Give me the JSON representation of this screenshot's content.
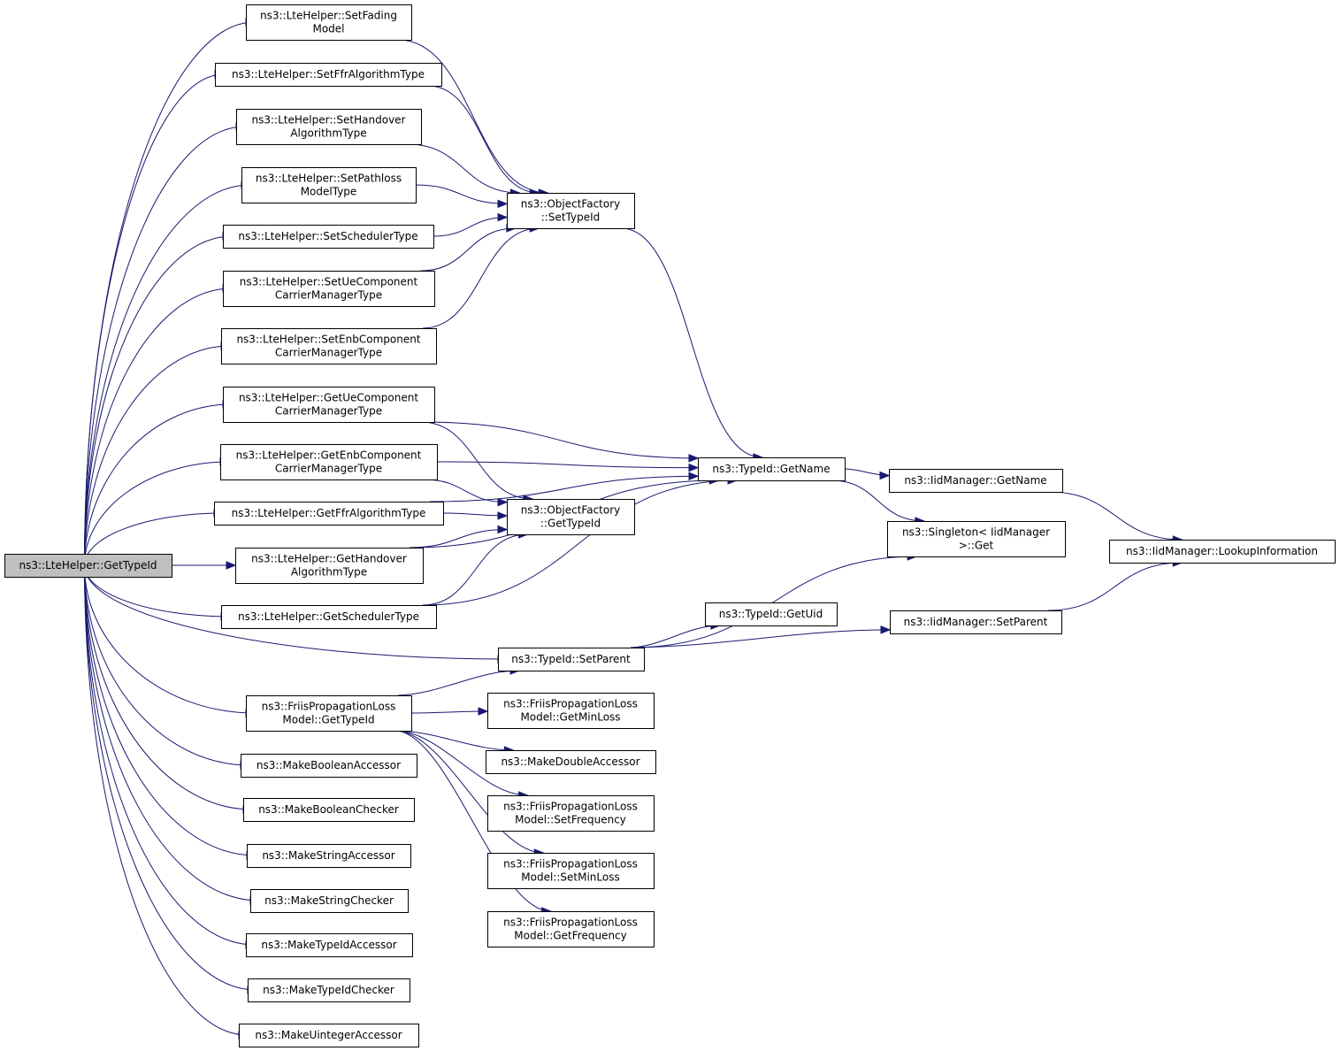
{
  "graph": {
    "root": "n0",
    "nodes": [
      {
        "id": "n0",
        "lines": [
          "ns3::LteHelper::GetTypeId"
        ]
      },
      {
        "id": "n1",
        "lines": [
          "ns3::LteHelper::SetFading",
          "Model"
        ]
      },
      {
        "id": "n2",
        "lines": [
          "ns3::LteHelper::SetFfrAlgorithmType"
        ]
      },
      {
        "id": "n3",
        "lines": [
          "ns3::LteHelper::SetHandover",
          "AlgorithmType"
        ]
      },
      {
        "id": "n4",
        "lines": [
          "ns3::LteHelper::SetPathloss",
          "ModelType"
        ]
      },
      {
        "id": "n5",
        "lines": [
          "ns3::LteHelper::SetSchedulerType"
        ]
      },
      {
        "id": "n6",
        "lines": [
          "ns3::LteHelper::SetUeComponent",
          "CarrierManagerType"
        ]
      },
      {
        "id": "n7",
        "lines": [
          "ns3::LteHelper::SetEnbComponent",
          "CarrierManagerType"
        ]
      },
      {
        "id": "n8",
        "lines": [
          "ns3::LteHelper::GetUeComponent",
          "CarrierManagerType"
        ]
      },
      {
        "id": "n9",
        "lines": [
          "ns3::LteHelper::GetEnbComponent",
          "CarrierManagerType"
        ]
      },
      {
        "id": "n10",
        "lines": [
          "ns3::LteHelper::GetFfrAlgorithmType"
        ]
      },
      {
        "id": "n11",
        "lines": [
          "ns3::LteHelper::GetHandover",
          "AlgorithmType"
        ]
      },
      {
        "id": "n12",
        "lines": [
          "ns3::LteHelper::GetSchedulerType"
        ]
      },
      {
        "id": "n13",
        "lines": [
          "ns3::FriisPropagationLoss",
          "Model::GetTypeId"
        ]
      },
      {
        "id": "n14",
        "lines": [
          "ns3::MakeBooleanAccessor"
        ]
      },
      {
        "id": "n15",
        "lines": [
          "ns3::MakeBooleanChecker"
        ]
      },
      {
        "id": "n16",
        "lines": [
          "ns3::MakeStringAccessor"
        ]
      },
      {
        "id": "n17",
        "lines": [
          "ns3::MakeStringChecker"
        ]
      },
      {
        "id": "n18",
        "lines": [
          "ns3::MakeTypeIdAccessor"
        ]
      },
      {
        "id": "n19",
        "lines": [
          "ns3::MakeTypeIdChecker"
        ]
      },
      {
        "id": "n20",
        "lines": [
          "ns3::MakeUintegerAccessor"
        ]
      },
      {
        "id": "n21",
        "lines": [
          "ns3::ObjectFactory",
          "::SetTypeId"
        ]
      },
      {
        "id": "n22",
        "lines": [
          "ns3::ObjectFactory",
          "::GetTypeId"
        ]
      },
      {
        "id": "n23",
        "lines": [
          "ns3::TypeId::SetParent"
        ]
      },
      {
        "id": "n24",
        "lines": [
          "ns3::FriisPropagationLoss",
          "Model::GetMinLoss"
        ]
      },
      {
        "id": "n25",
        "lines": [
          "ns3::MakeDoubleAccessor"
        ]
      },
      {
        "id": "n26",
        "lines": [
          "ns3::FriisPropagationLoss",
          "Model::SetFrequency"
        ]
      },
      {
        "id": "n27",
        "lines": [
          "ns3::FriisPropagationLoss",
          "Model::SetMinLoss"
        ]
      },
      {
        "id": "n28",
        "lines": [
          "ns3::FriisPropagationLoss",
          "Model::GetFrequency"
        ]
      },
      {
        "id": "n29",
        "lines": [
          "ns3::TypeId::GetName"
        ]
      },
      {
        "id": "n30",
        "lines": [
          "ns3::TypeId::GetUid"
        ]
      },
      {
        "id": "n31",
        "lines": [
          "ns3::IidManager::GetName"
        ]
      },
      {
        "id": "n32",
        "lines": [
          "ns3::Singleton< IidManager",
          ">::Get"
        ]
      },
      {
        "id": "n33",
        "lines": [
          "ns3::IidManager::SetParent"
        ]
      },
      {
        "id": "n34",
        "lines": [
          "ns3::IidManager::LookupInformation"
        ]
      }
    ],
    "edges": [
      {
        "from": "n0",
        "to": "n1"
      },
      {
        "from": "n0",
        "to": "n2"
      },
      {
        "from": "n0",
        "to": "n3"
      },
      {
        "from": "n0",
        "to": "n4"
      },
      {
        "from": "n0",
        "to": "n5"
      },
      {
        "from": "n0",
        "to": "n6"
      },
      {
        "from": "n0",
        "to": "n7"
      },
      {
        "from": "n0",
        "to": "n8"
      },
      {
        "from": "n0",
        "to": "n9"
      },
      {
        "from": "n0",
        "to": "n10"
      },
      {
        "from": "n0",
        "to": "n11"
      },
      {
        "from": "n0",
        "to": "n12"
      },
      {
        "from": "n0",
        "to": "n23"
      },
      {
        "from": "n0",
        "to": "n13"
      },
      {
        "from": "n0",
        "to": "n14"
      },
      {
        "from": "n0",
        "to": "n15"
      },
      {
        "from": "n0",
        "to": "n16"
      },
      {
        "from": "n0",
        "to": "n17"
      },
      {
        "from": "n0",
        "to": "n18"
      },
      {
        "from": "n0",
        "to": "n19"
      },
      {
        "from": "n0",
        "to": "n20"
      },
      {
        "from": "n1",
        "to": "n21"
      },
      {
        "from": "n2",
        "to": "n21"
      },
      {
        "from": "n3",
        "to": "n21"
      },
      {
        "from": "n4",
        "to": "n21"
      },
      {
        "from": "n5",
        "to": "n21"
      },
      {
        "from": "n6",
        "to": "n21"
      },
      {
        "from": "n7",
        "to": "n21"
      },
      {
        "from": "n8",
        "to": "n29"
      },
      {
        "from": "n8",
        "to": "n22"
      },
      {
        "from": "n9",
        "to": "n29"
      },
      {
        "from": "n9",
        "to": "n22"
      },
      {
        "from": "n10",
        "to": "n22"
      },
      {
        "from": "n10",
        "to": "n29"
      },
      {
        "from": "n11",
        "to": "n22"
      },
      {
        "from": "n11",
        "to": "n29"
      },
      {
        "from": "n12",
        "to": "n22"
      },
      {
        "from": "n12",
        "to": "n29"
      },
      {
        "from": "n21",
        "to": "n29"
      },
      {
        "from": "n13",
        "to": "n23"
      },
      {
        "from": "n13",
        "to": "n24"
      },
      {
        "from": "n13",
        "to": "n25"
      },
      {
        "from": "n13",
        "to": "n26"
      },
      {
        "from": "n13",
        "to": "n27"
      },
      {
        "from": "n13",
        "to": "n28"
      },
      {
        "from": "n23",
        "to": "n30"
      },
      {
        "from": "n23",
        "to": "n32"
      },
      {
        "from": "n23",
        "to": "n33"
      },
      {
        "from": "n29",
        "to": "n31"
      },
      {
        "from": "n29",
        "to": "n32"
      },
      {
        "from": "n31",
        "to": "n34"
      },
      {
        "from": "n33",
        "to": "n34"
      }
    ]
  }
}
